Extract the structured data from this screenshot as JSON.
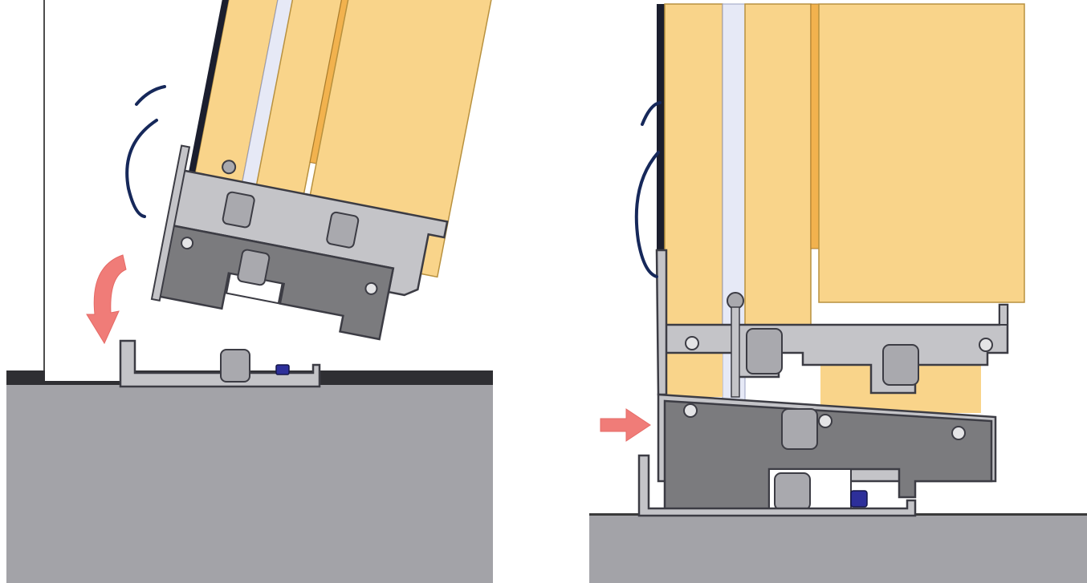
{
  "colors": {
    "background": "#ffffff",
    "floor": "#a3a3a8",
    "floor_edge": "#3a3a3a",
    "wood": "#f9d48a",
    "wood_edge": "#b8913f",
    "glass_gap": "#e6e9f6",
    "profile_fill": "#c4c4c8",
    "profile_dark": "#7b7b7e",
    "profile_stroke": "#3c3c44",
    "gasket": "#1b1e2e",
    "motion_stroke": "#16285a",
    "arrow": "#f07c78",
    "bolt": "#2d2f9a",
    "wall": "#4d4d4d"
  },
  "panels": [
    {
      "id": "tilted",
      "arrow": "curved-rotation-arrow",
      "state": "tilted"
    },
    {
      "id": "upright",
      "arrow": "push-right-arrow",
      "state": "seated"
    }
  ]
}
